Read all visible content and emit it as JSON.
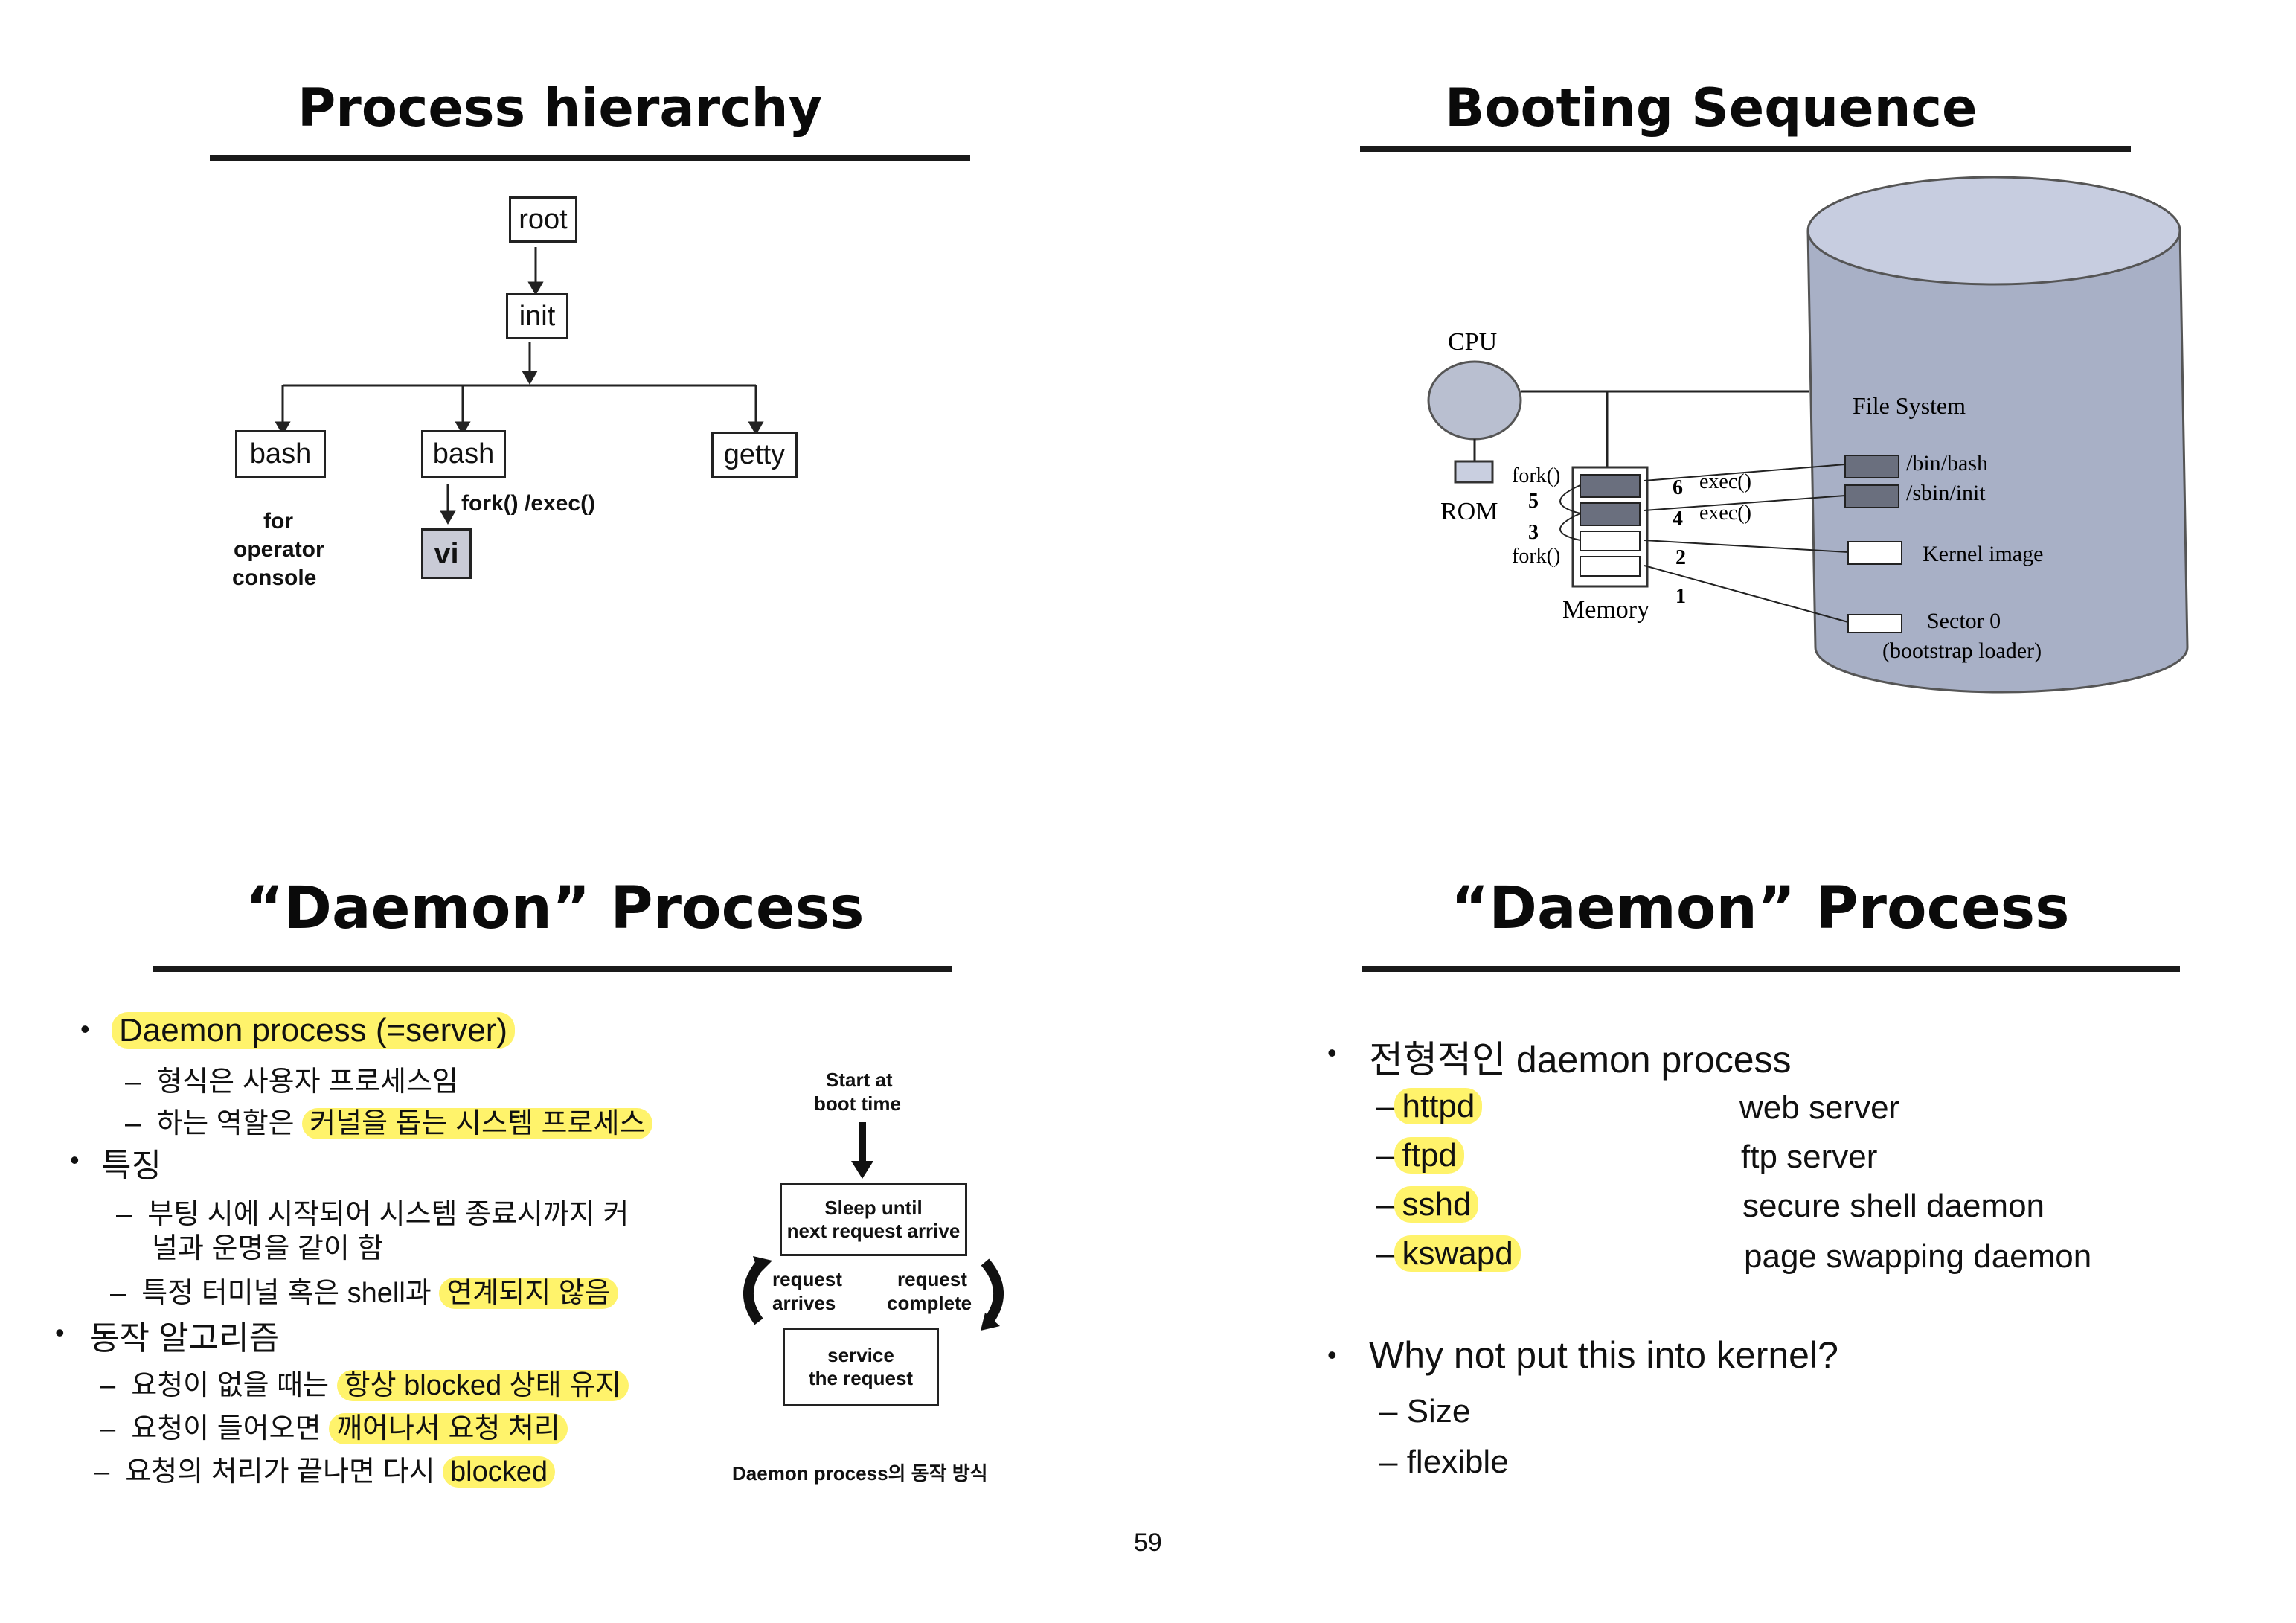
{
  "slide1": {
    "title": "Process hierarchy",
    "nodes": {
      "root": "root",
      "init": "init",
      "bash1": "bash",
      "bash2": "bash",
      "getty": "getty",
      "vi": "vi"
    },
    "fork_label": "fork() /exec()",
    "operator_note": [
      "for",
      "operator",
      "console"
    ]
  },
  "slide2": {
    "title": "Booting Sequence",
    "labels": {
      "cpu": "CPU",
      "rom": "ROM",
      "memory": "Memory",
      "file_system": "File System",
      "bin_bash": "/bin/bash",
      "sbin_init": "/sbin/init",
      "kernel_image": "Kernel image",
      "sector0": "Sector 0",
      "bootstrap": "(bootstrap loader)",
      "fork_top": "fork()",
      "fork_bottom": "fork()",
      "exec_top": "exec()",
      "exec_bottom": "exec()",
      "n1": "1",
      "n2": "2",
      "n3": "3",
      "n4": "4",
      "n5": "5",
      "n6": "6"
    },
    "colors": {
      "cylinder_fill": "#a8b0c6",
      "cylinder_top": "#c7cde0",
      "cpu_fill": "#b9bfd0"
    }
  },
  "slide3": {
    "title": "“Daemon” Process",
    "b1": "Daemon process (=server)",
    "b1_s1": "형식은 사용자 프로세스임",
    "b1_s2_pre": "하는 역할은 ",
    "b1_s2_hl": "커널을 돕는 시스템 프로세스",
    "b2": "특징",
    "b2_s1_line1": "부팅 시에 시작되어 시스템 종료시까지 커",
    "b2_s1_line2": "널과 운명을 같이 함",
    "b2_s2_pre": "특정 터미널 혹은 shell과 ",
    "b2_s2_hl": "연계되지 않음",
    "b3": "동작 알고리즘",
    "b3_s1_pre": "요청이 없을 때는 ",
    "b3_s1_hl": "항상 blocked 상태 유지",
    "b3_s2_pre": "요청이 들어오면 ",
    "b3_s2_hl": "깨어나서 요청 처리",
    "b3_s3_pre": "요청의 처리가 끝나면 다시 ",
    "b3_s3_hl": "blocked",
    "diagram": {
      "start": [
        "Start at",
        "boot time"
      ],
      "sleep": [
        "Sleep until",
        "next request arrive"
      ],
      "req_arrives": [
        "request",
        "arrives"
      ],
      "req_complete": [
        "request",
        "complete"
      ],
      "service": [
        "service",
        "the request"
      ],
      "caption": "Daemon process의 동작 방식"
    }
  },
  "slide4": {
    "title": "“Daemon” Process",
    "b1": "전형적인 daemon process",
    "daemons": [
      {
        "name": "httpd",
        "desc": "web server"
      },
      {
        "name": "ftpd",
        "desc": "ftp server"
      },
      {
        "name": "sshd",
        "desc": "secure shell daemon"
      },
      {
        "name": "kswapd",
        "desc": "page swapping daemon"
      }
    ],
    "b2": "Why not put this into kernel?",
    "b2_items": [
      "Size",
      "flexible"
    ]
  },
  "page_number": "59",
  "colors": {
    "highlight": "#fff36b"
  }
}
